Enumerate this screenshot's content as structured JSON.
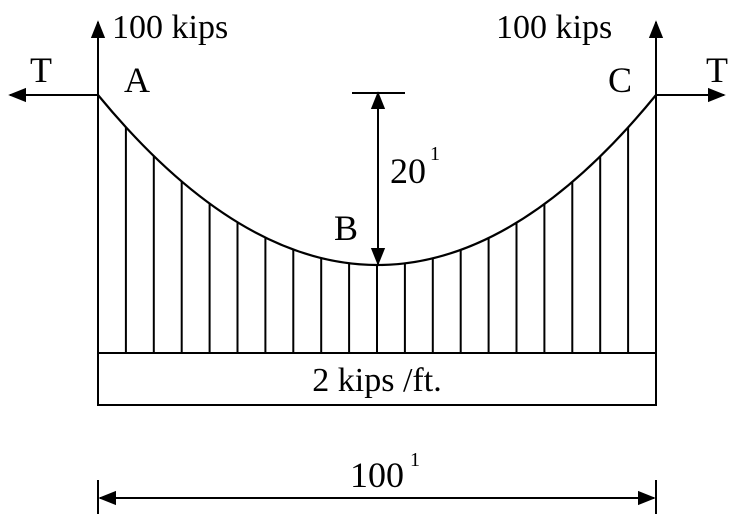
{
  "labels": {
    "load_left": "100 kips",
    "load_right": "100 kips",
    "tension_left": "T",
    "tension_right": "T",
    "point_a": "A",
    "point_b": "B",
    "point_c": "C",
    "sag_value": "20",
    "sag_unit_mark": "1",
    "span_value": "100",
    "span_unit_mark": "1",
    "distributed_load": "2 kips /ft."
  },
  "colors": {
    "ink": "#000000",
    "background": "#ffffff"
  }
}
